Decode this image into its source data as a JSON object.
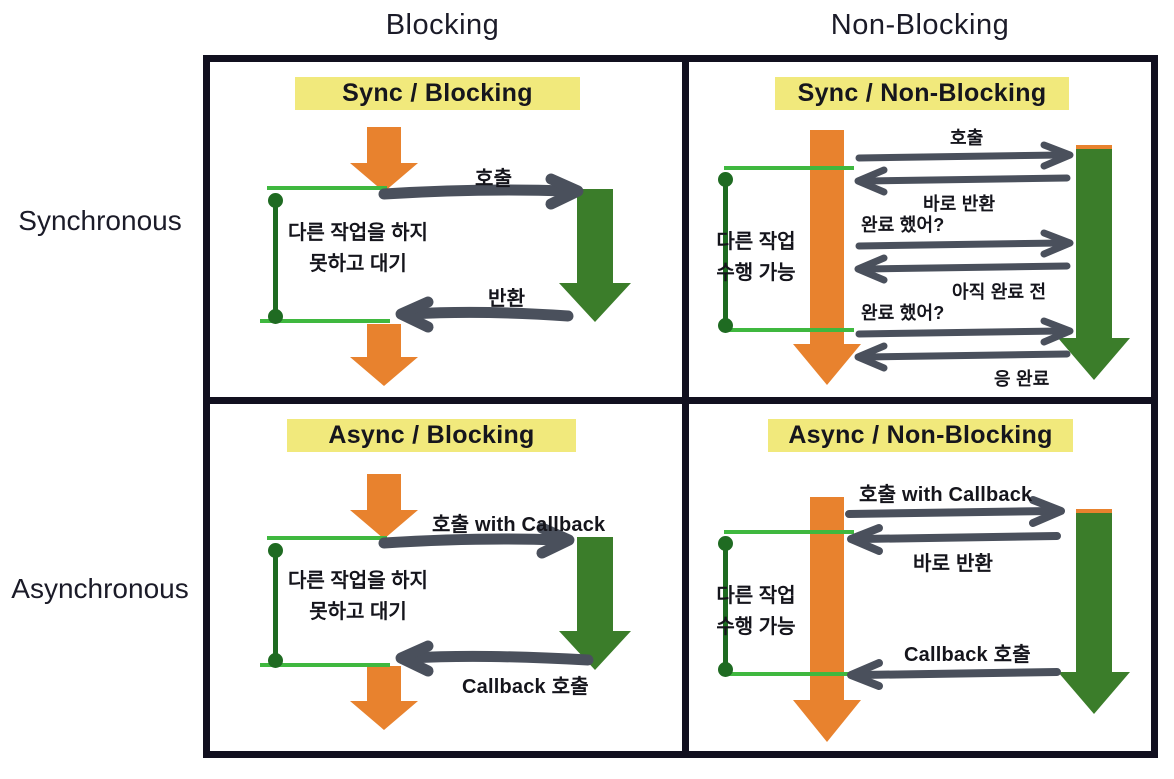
{
  "colors": {
    "orange": "#e8822e",
    "green": "#3b7d2a",
    "bright_green": "#3fb83f",
    "dark_green": "#1f6b22",
    "banner_yellow": "#f1e97c",
    "frame_navy": "#11101f",
    "arrow_slate": "#4a505c",
    "text": "#15151c"
  },
  "headers": {
    "col_blocking": "Blocking",
    "col_non_blocking": "Non-Blocking",
    "row_synchronous": "Synchronous",
    "row_asynchronous": "Asynchronous"
  },
  "panels": {
    "sync_blocking": {
      "title": "Sync / Blocking",
      "note": "다른 작업을 하지\n못하고 대기",
      "messages": [
        {
          "label": "호출",
          "direction": "right"
        },
        {
          "label": "반환",
          "direction": "left"
        }
      ]
    },
    "sync_non_blocking": {
      "title": "Sync / Non-Blocking",
      "note": "다른 작업\n수행 가능",
      "messages": [
        {
          "label": "호출",
          "direction": "right"
        },
        {
          "label": "바로 반환",
          "direction": "left"
        },
        {
          "label": "완료 했어?",
          "direction": "right"
        },
        {
          "label": "아직 완료 전",
          "direction": "left"
        },
        {
          "label": "완료 했어?",
          "direction": "right"
        },
        {
          "label": "응 완료",
          "direction": "left"
        }
      ]
    },
    "async_blocking": {
      "title": "Async / Blocking",
      "note": "다른 작업을 하지\n못하고 대기",
      "messages": [
        {
          "label": "호출 with Callback",
          "direction": "right"
        },
        {
          "label": "Callback 호출",
          "direction": "left"
        }
      ]
    },
    "async_non_blocking": {
      "title": "Async / Non-Blocking",
      "note": "다른 작업\n수행 가능",
      "messages": [
        {
          "label": "호출 with Callback",
          "direction": "right"
        },
        {
          "label": "바로 반환",
          "direction": "left"
        },
        {
          "label": "Callback 호출",
          "direction": "left"
        }
      ]
    }
  }
}
